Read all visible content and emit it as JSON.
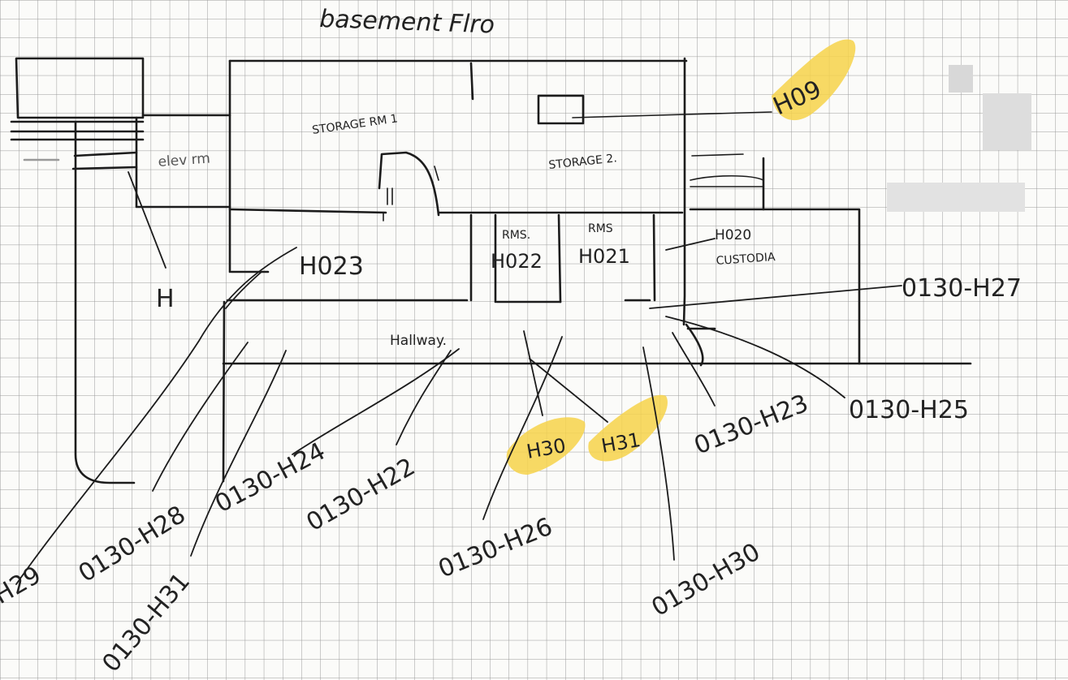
{
  "title": "basement Flro",
  "rooms": {
    "storage1": "STORAGE RM 1",
    "storage2": "STORAGE 2.",
    "elev": "elev rm",
    "h023": "H023",
    "rm_h022": "RMS.",
    "h022": "H022",
    "rm_h021": "RMS",
    "h021": "H021",
    "h020": "H020",
    "custodia": "CUSTODIA",
    "hallway": "Hallway."
  },
  "labels": {
    "h09": "H09",
    "h": "H",
    "h27": "0130-H27",
    "h25": "0130-H25",
    "h23": "0130-H23",
    "h30_short": "H30",
    "h31_short": "H31",
    "h22": "0130-H22",
    "h24": "0130-H24",
    "h26": "0130-H26",
    "h28": "0130-H28",
    "h29": "H29",
    "h31": "0130-H31",
    "h30": "0130-H30"
  },
  "colors": {
    "ink": "#1c1c1c",
    "grid": "#9a9a9a",
    "highlight": "#f6d24a",
    "paper": "#fbfbf9"
  }
}
